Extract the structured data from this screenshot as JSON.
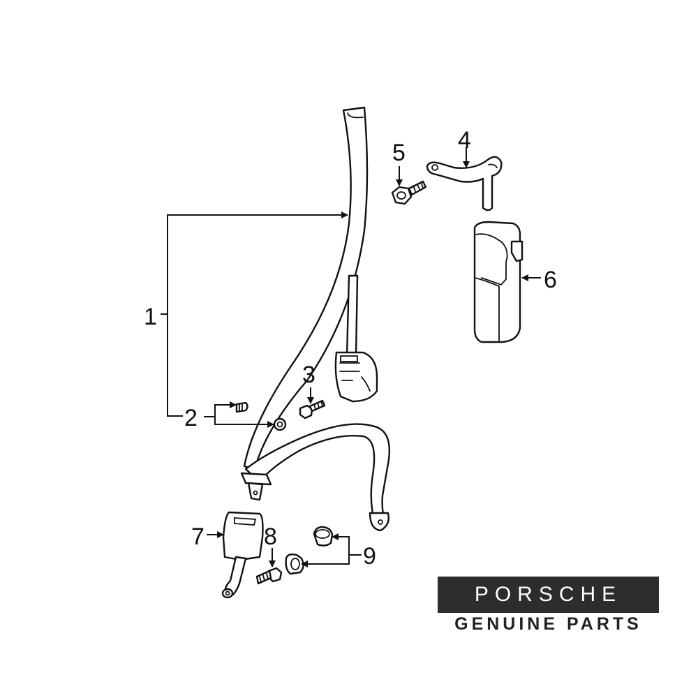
{
  "diagram": {
    "callouts": [
      {
        "id": "1",
        "text": "1"
      },
      {
        "id": "2",
        "text": "2"
      },
      {
        "id": "3",
        "text": "3"
      },
      {
        "id": "4",
        "text": "4"
      },
      {
        "id": "5",
        "text": "5"
      },
      {
        "id": "6",
        "text": "6"
      },
      {
        "id": "7",
        "text": "7"
      },
      {
        "id": "8",
        "text": "8"
      },
      {
        "id": "9",
        "text": "9"
      }
    ]
  },
  "logo": {
    "brand": "PORSCHE",
    "tagline": "GENUINE PARTS"
  },
  "colors": {
    "line": "#111111",
    "logo_background": "#2d2d2d",
    "logo_text": "#ffffff"
  }
}
